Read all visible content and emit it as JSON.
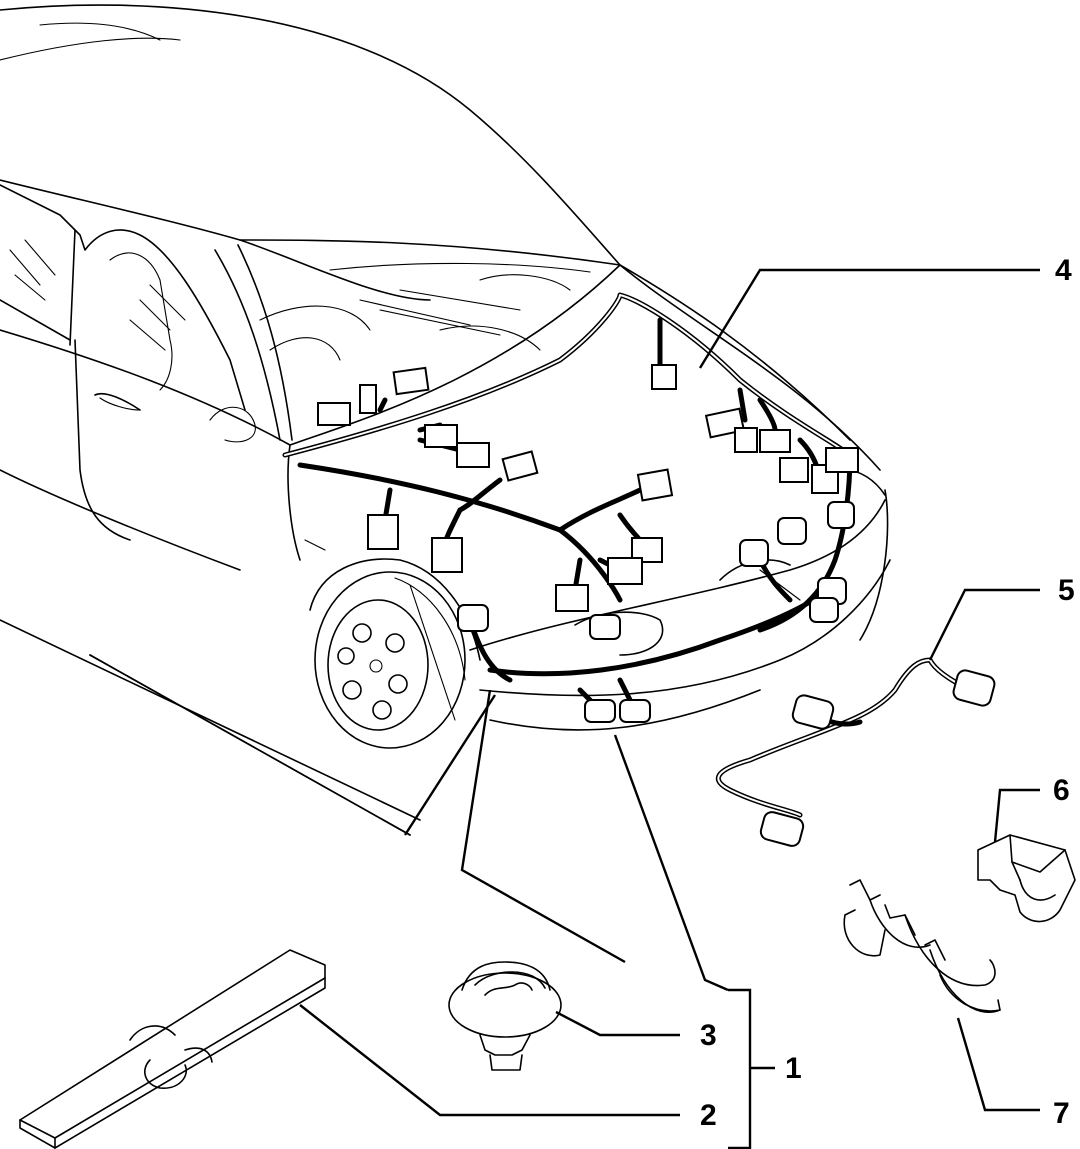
{
  "diagram": {
    "callouts": [
      {
        "id": "1",
        "label": "1"
      },
      {
        "id": "2",
        "label": "2"
      },
      {
        "id": "3",
        "label": "3"
      },
      {
        "id": "4",
        "label": "4"
      },
      {
        "id": "5",
        "label": "5"
      },
      {
        "id": "6",
        "label": "6"
      },
      {
        "id": "7",
        "label": "7"
      }
    ],
    "parts": [
      "car-body",
      "front-wiring-harness",
      "fog-lamp-harness",
      "harness-clip",
      "double-harness-clip",
      "push-fastener",
      "cable-channel"
    ],
    "colors": {
      "ink": "#000000",
      "background": "#ffffff"
    }
  }
}
